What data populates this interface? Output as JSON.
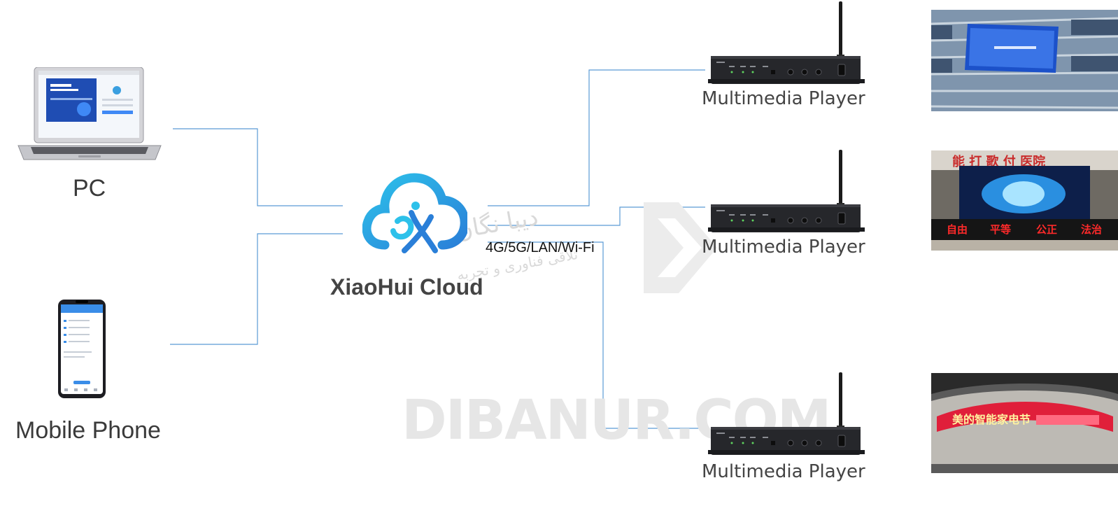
{
  "devices": {
    "pc_label": "PC",
    "phone_label": "Mobile Phone"
  },
  "cloud": {
    "title": "XiaoHui Cloud",
    "brand_color": "#3a9fe0"
  },
  "connection": {
    "label": "4G/5G/LAN/Wi-Fi",
    "line_color": "#5b9bd5"
  },
  "players": [
    {
      "label": "Multimedia Player"
    },
    {
      "label": "Multimedia Player"
    },
    {
      "label": "Multimedia Player"
    }
  ],
  "displays": {
    "screen2_chars": [
      "自由",
      "平等",
      "公正",
      "法治"
    ],
    "screen2_sign": "能 打 歌 付 医院",
    "screen3_text": "美的智能家电节"
  },
  "watermark": {
    "text": "DIBANUR.COM",
    "fa_line1": "دیبا نگان",
    "fa_line2": "تلاقی فناوری و تجربه"
  }
}
